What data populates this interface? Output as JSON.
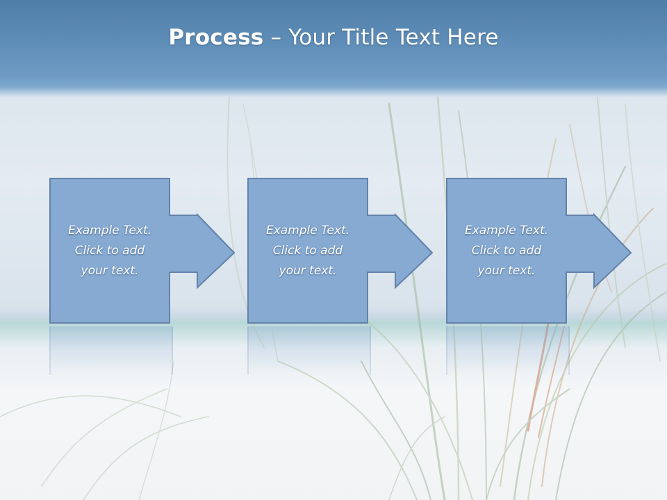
{
  "title": {
    "bold": "Process",
    "rest": " – Your Title Text Here"
  },
  "steps": [
    {
      "line1": "Example Text.",
      "line2": "Click  to add",
      "line3": "your text."
    },
    {
      "line1": "Example Text.",
      "line2": "Click  to add",
      "line3": "your text."
    },
    {
      "line1": "Example Text.",
      "line2": "Click  to add",
      "line3": "your text."
    }
  ],
  "colors": {
    "header": "#5b8bb7",
    "box_fill": "#86aad2",
    "box_stroke": "#5e7fa6",
    "text": "#ffffff"
  }
}
